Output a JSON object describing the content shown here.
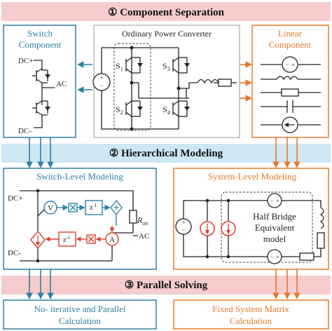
{
  "colors": {
    "blue": "#2e7fa6",
    "orange": "#e8782a",
    "band_blue": "#cde7f3",
    "band_pink": "#f6cccc",
    "red": "#d9432f",
    "dark": "#222222"
  },
  "bands": {
    "band1": "① Component Separation",
    "band2": "② Hierarchical Modeling",
    "band3": "③ Parallel Solving"
  },
  "panels": {
    "switch_component": {
      "title_line1": "Switch",
      "title_line2": "Component",
      "dc_plus": "DC+",
      "dc_minus": "DC-",
      "ac": "AC"
    },
    "ordinary_converter": {
      "title": "Ordinary Power Converter",
      "s1": "S",
      "s2": "S",
      "s3": "S",
      "s4": "S",
      "sub1": "1",
      "sub2": "2",
      "sub3": "3",
      "sub4": "4"
    },
    "linear_component": {
      "title_line1": "Linear",
      "title_line2": "Component"
    },
    "switch_level": {
      "title": "Switch-Level Modeling",
      "dc_plus": "DC+",
      "dc_minus": "DC-",
      "ac": "AC",
      "ron": "R",
      "ron_sub": "on",
      "v": "V",
      "a": "A",
      "z_inv_top": "z",
      "z_inv_bottom": "z",
      "minus_one": "-1"
    },
    "system_level": {
      "title": "System-Level Modeling",
      "half_bridge_line1": "Half Bridge",
      "half_bridge_line2": "Equivalent",
      "half_bridge_line3": "model"
    },
    "noniterative": {
      "line1": "No- iterative and Parallel",
      "line2": "Calculation"
    },
    "fixed_matrix": {
      "line1": "Fixed System Matrix",
      "line2": "Calculation"
    }
  }
}
